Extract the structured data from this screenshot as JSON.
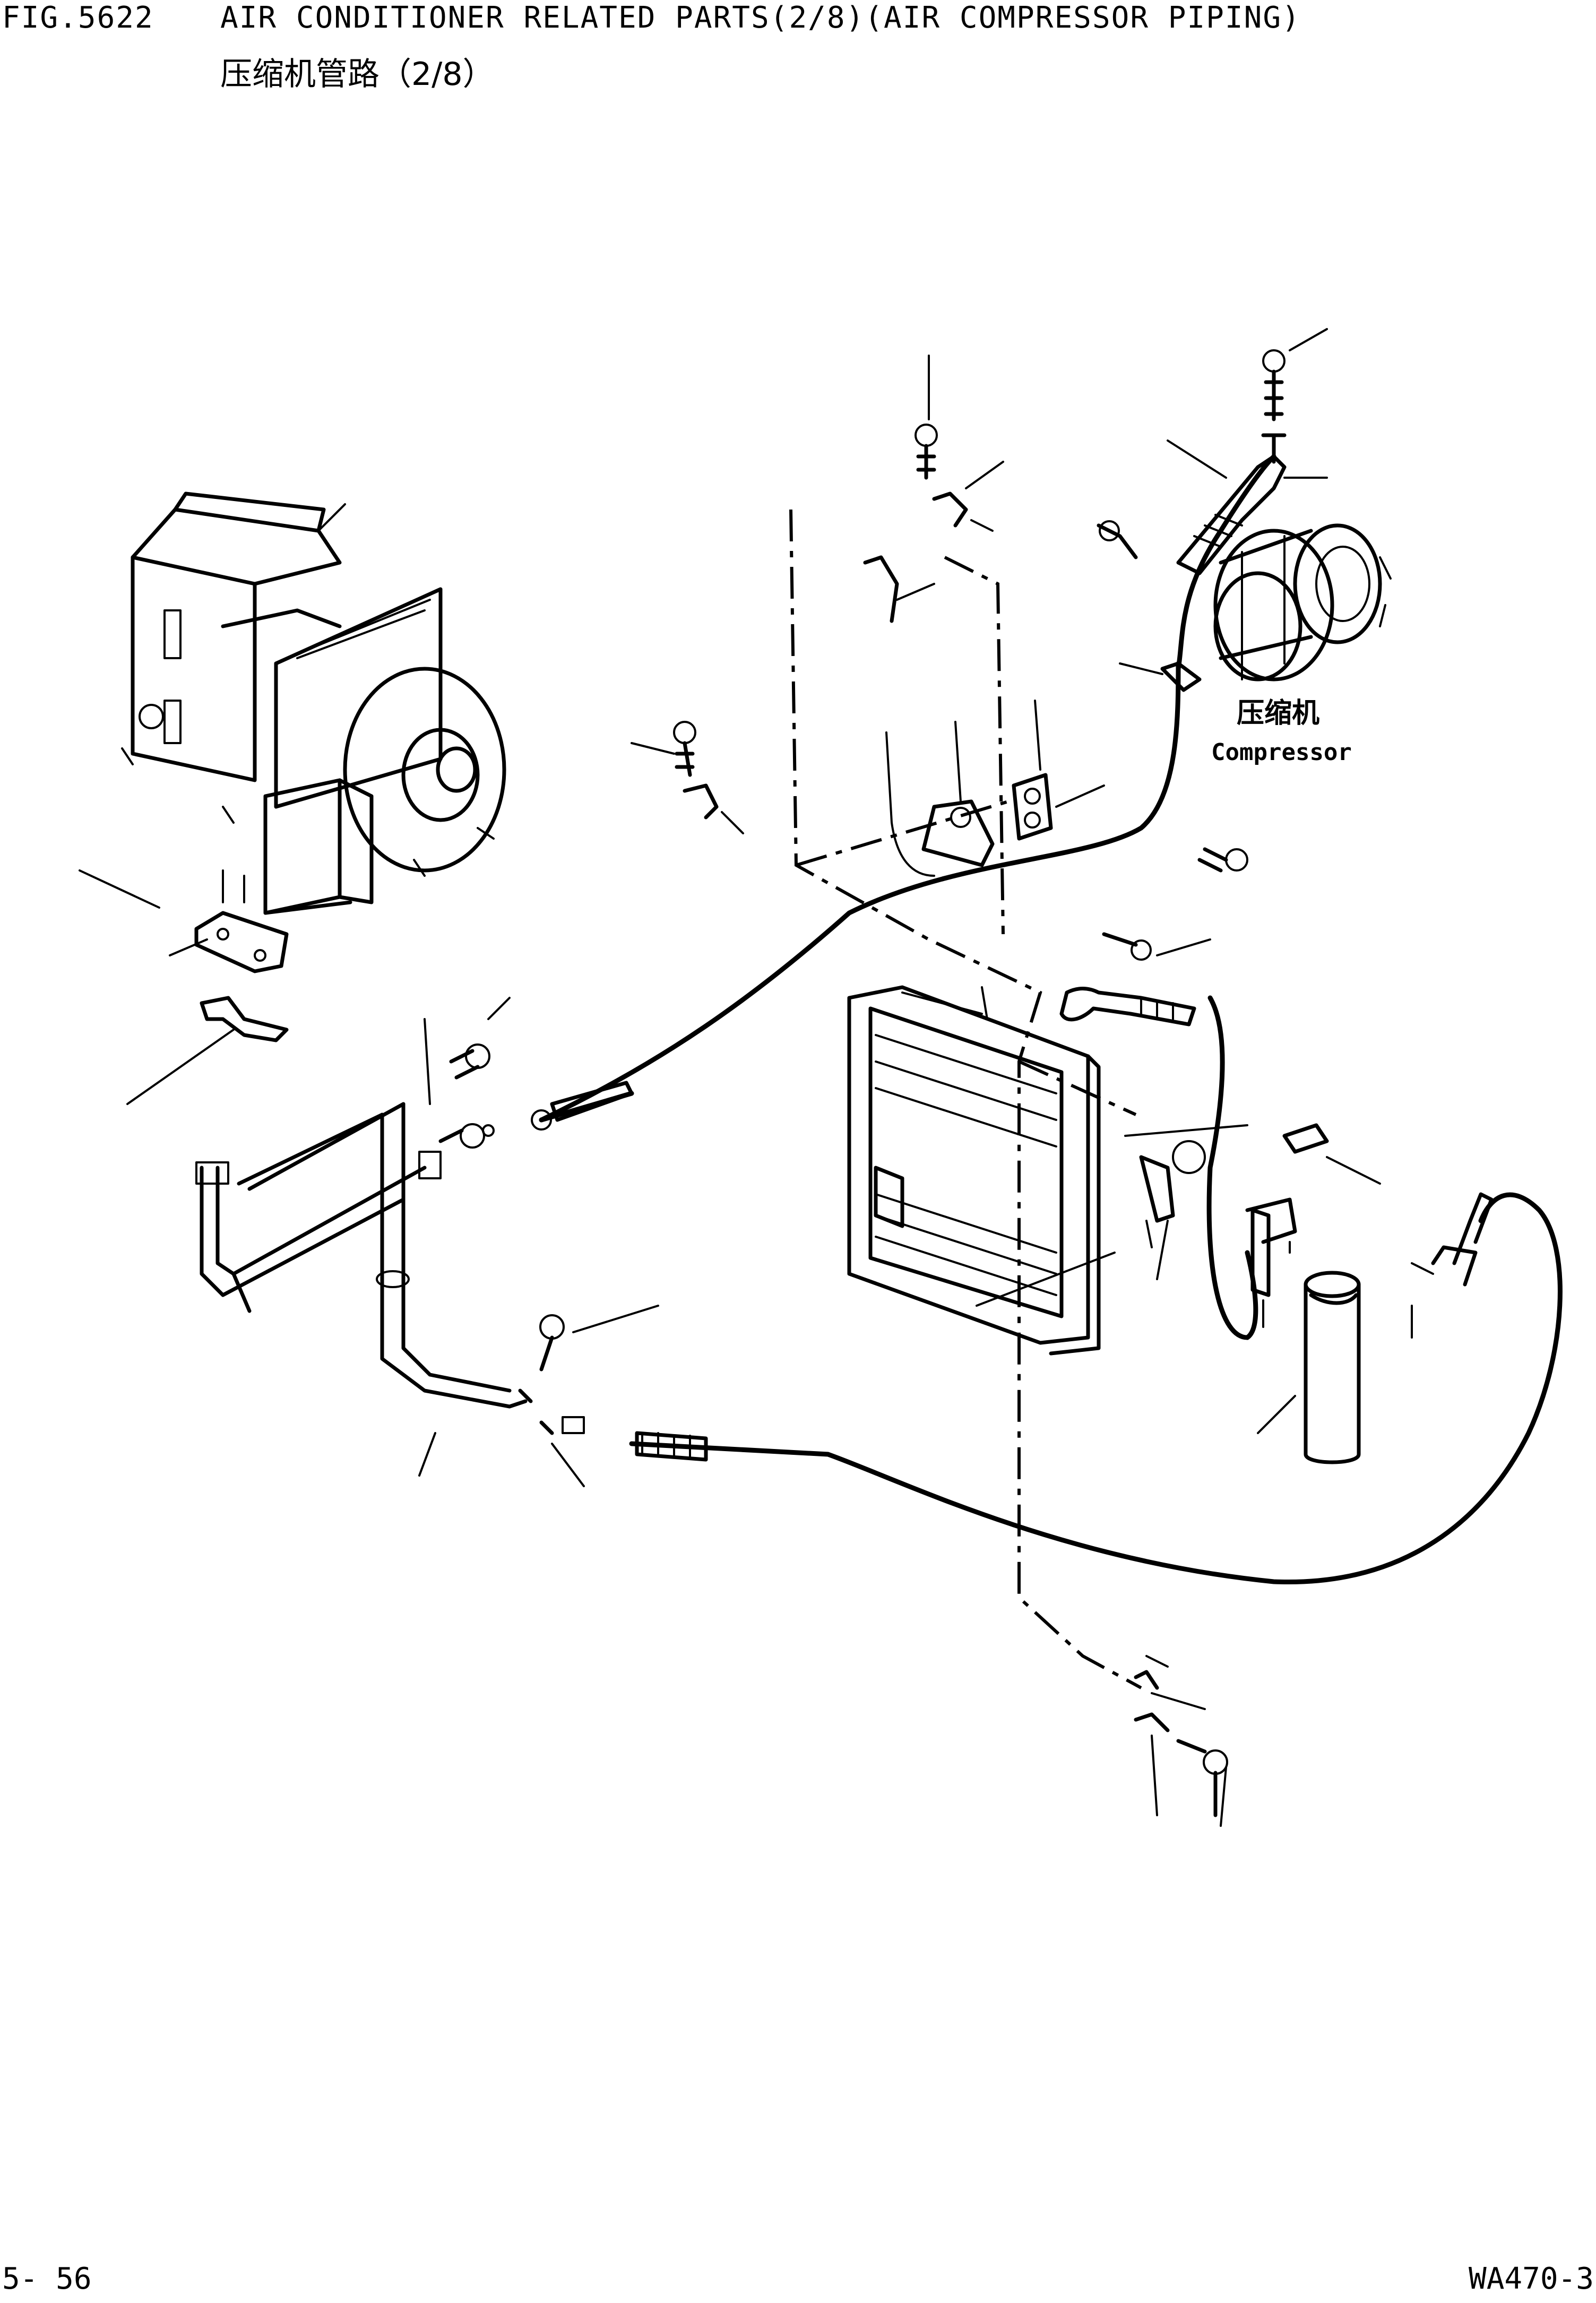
{
  "header": {
    "figure_number": "FIG.5622",
    "title": "AIR CONDITIONER RELATED PARTS(2/8)(AIR COMPRESSOR PIPING)",
    "subtitle_cn": "压缩机管路（2/8）"
  },
  "callout": {
    "label_cn": "压缩机",
    "label_en": "Compressor"
  },
  "footer": {
    "page": "5- 56",
    "model": "WA470-3"
  }
}
